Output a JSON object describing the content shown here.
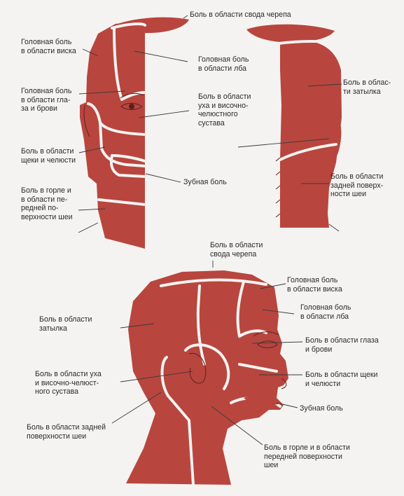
{
  "labels": {
    "front_crown": "Боль в области свода черепа",
    "front_temple": "Головная боль\nв области виска",
    "front_forehead": "Головная боль\nв области лба",
    "front_eye": "Головная боль\nв области гла-\nза и брови",
    "front_ear_tmj": "Боль в области\nуха и височно-\nчелюстного\nсустава",
    "front_cheek": "Боль в области\nщеки и челюсти",
    "front_tooth": "Зубная боль",
    "front_throat": "Боль в горле и\nв области пе-\nредней по-\nверхности шеи",
    "back_occiput": "Боль в облас-\nти затылка",
    "back_neck": "Боль в области\nзадней поверх-\nности шеи",
    "side_crown": "Боль в области\nсвода черепа",
    "side_temple": "Головная боль\nв области виска",
    "side_forehead": "Головная боль\nв области лба",
    "side_eye": "Боль в области глаза\nи брови",
    "side_cheek": "Боль в области щеки\nи челюсти",
    "side_tooth": "Зубная боль",
    "side_ear_tmj": "Боль в области уха\nи височно-челюст-\nного сустава",
    "side_occiput": "Боль в области\nзатылка",
    "side_back_neck": "Боль в области задней\nповерхности шеи",
    "side_throat": "Боль в горле и в области\nпередней поверхности\nшеи"
  },
  "colors": {
    "region_fill": "#b8463e",
    "background": "#f4f3f1",
    "text": "#2a2a2a"
  }
}
